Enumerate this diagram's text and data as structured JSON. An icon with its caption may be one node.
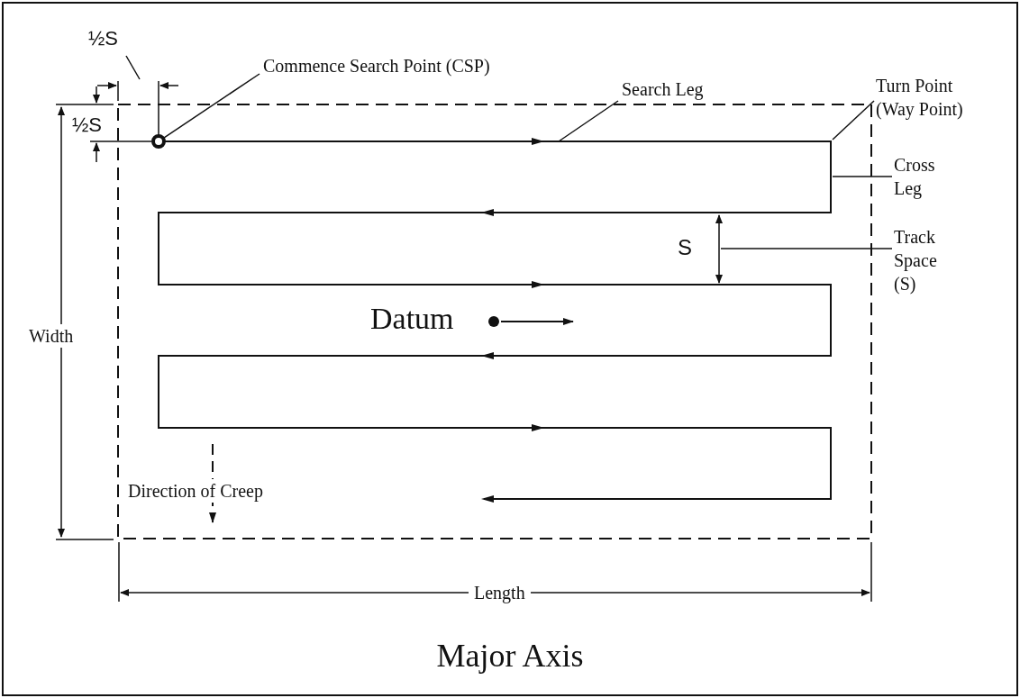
{
  "diagram": {
    "caption": "Major Axis",
    "nodes": [
      {
        "text": [
          "½S"
        ]
      },
      {
        "text": [
          "Commence Search Point (CSP)"
        ]
      },
      {
        "text": [],
        "shape": "circle"
      },
      {
        "text": [
          "Search Leg"
        ]
      },
      {
        "text": [
          "Turn Point (Way Point)"
        ]
      },
      {
        "text": [
          "Cross Leg"
        ]
      },
      {
        "text": [
          "Track Space (S)"
        ]
      }
    ],
    "edges": [
      {
        "from": 0,
        "to": null,
        "arrow": "none"
      },
      {
        "from": 1,
        "to": 2,
        "arrow": "none"
      },
      {
        "from": 3,
        "to": null,
        "arrow": "none"
      },
      {
        "from": 4,
        "to": null,
        "arrow": "none"
      },
      {
        "from": 5,
        "to": null,
        "arrow": "none"
      },
      {
        "from": 6,
        "to": null,
        "arrow": "none"
      }
    ],
    "labels": [
      "½S",
      "S",
      "Datum",
      "Width",
      "Direction of Creep",
      "Length"
    ]
  }
}
